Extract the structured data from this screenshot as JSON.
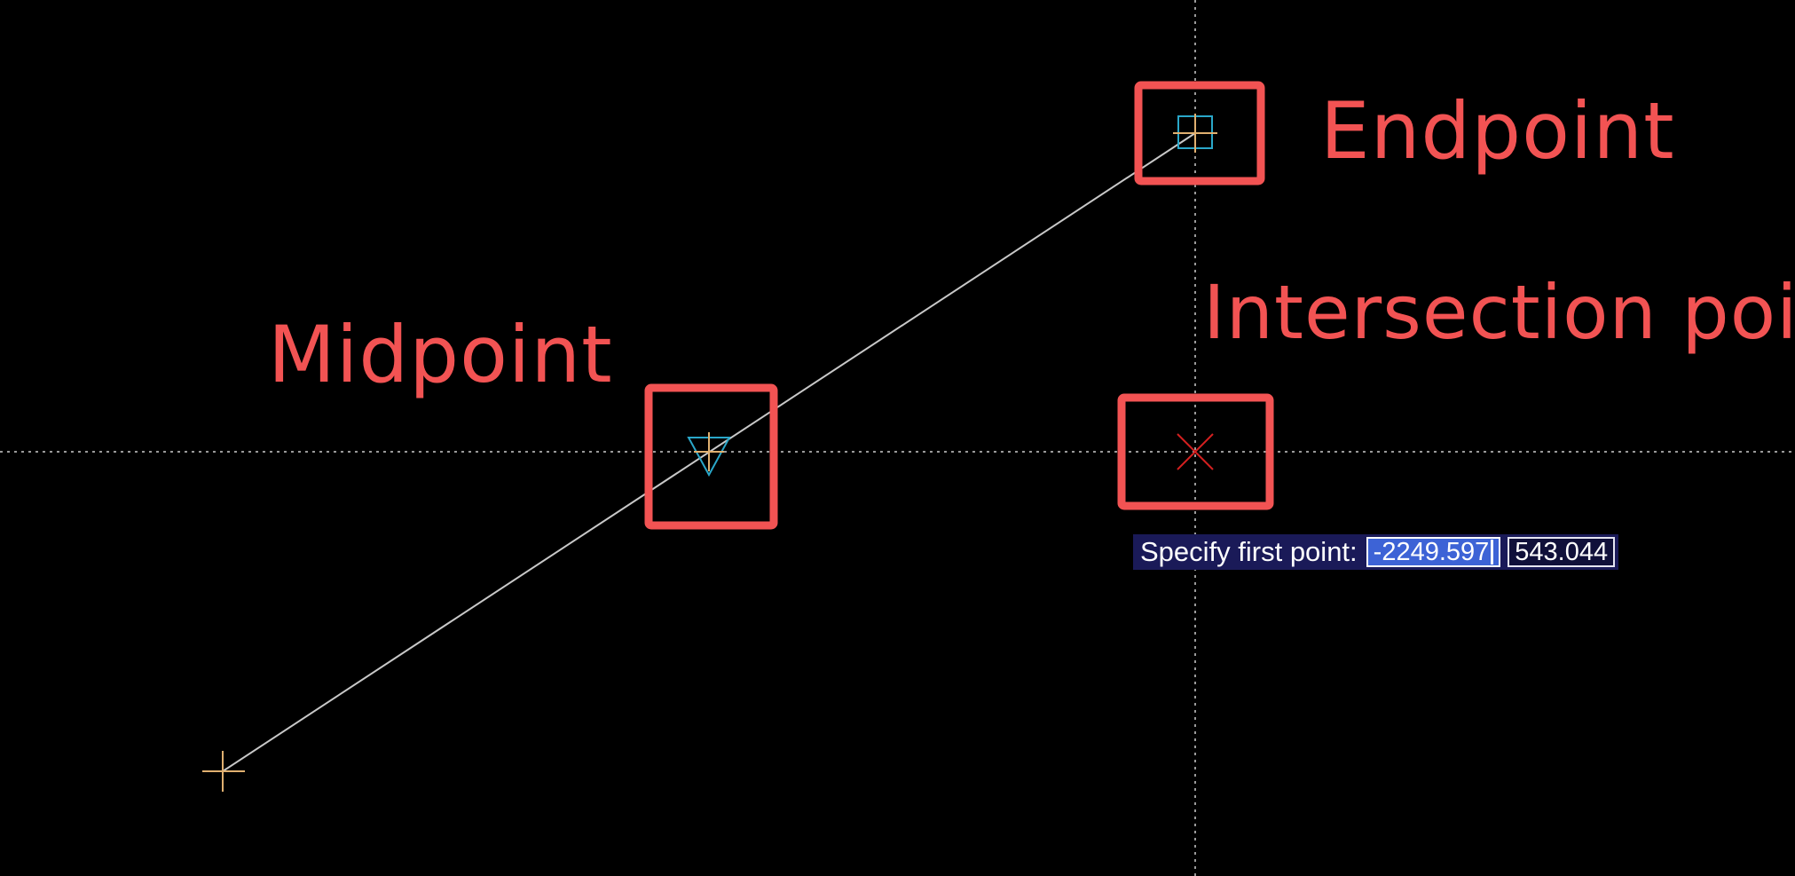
{
  "annotations": {
    "endpoint": "Endpoint",
    "intersection": "Intersection point",
    "midpoint": "Midpoint"
  },
  "prompt": {
    "label": "Specify first point:",
    "x_value": "-2249.597",
    "y_value": "543.044"
  },
  "colors": {
    "background": "#000000",
    "annotation_red": "#f25353",
    "line": "#c8c8c8",
    "crosshair_grid": "#9a9a9a",
    "snap_cyan": "#2aa7c9",
    "cursor_orange": "#e0b070",
    "intersection_marker": "#d42020",
    "prompt_bg": "#1a1a58",
    "input_highlight": "#3d63d6"
  },
  "icons": {
    "endpoint_snap": "square-snap-icon",
    "midpoint_snap": "triangle-snap-icon",
    "intersection_snap": "x-snap-icon",
    "cursor": "crosshair-cursor-icon"
  }
}
